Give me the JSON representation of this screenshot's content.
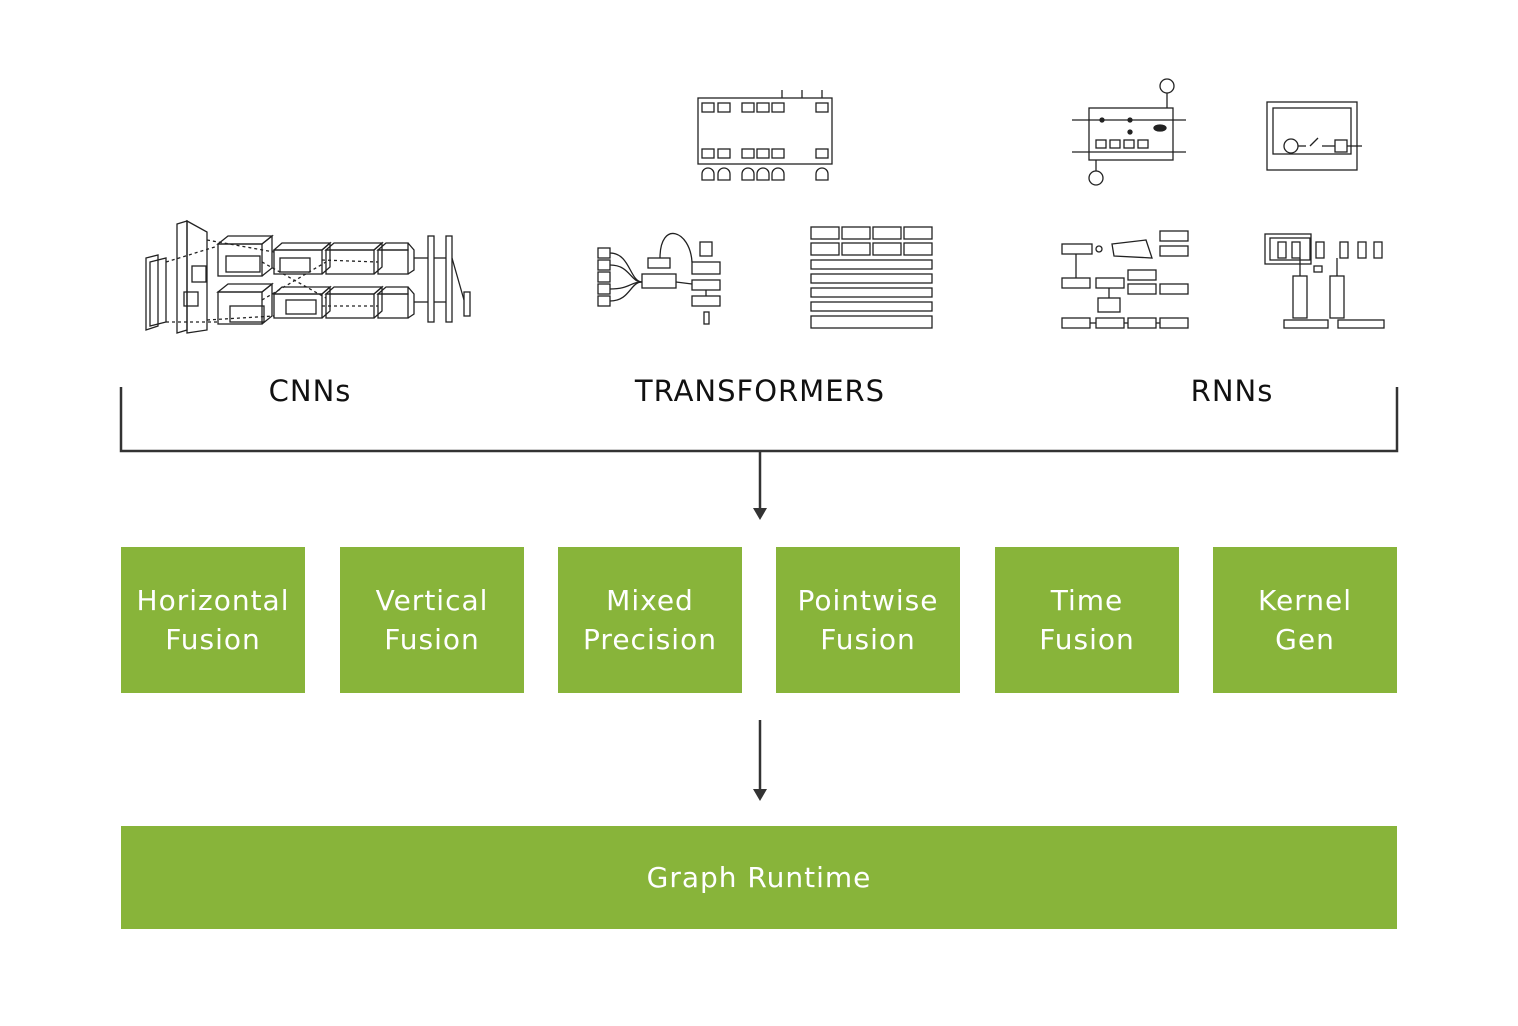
{
  "colors": {
    "accent": "#88b43a",
    "line": "#333333",
    "text": "#111111"
  },
  "categories": [
    {
      "label": "CNNs"
    },
    {
      "label": "TRANSFORMERS"
    },
    {
      "label": "RNNs"
    }
  ],
  "optimizations": [
    {
      "label": "Horizontal\nFusion"
    },
    {
      "label": "Vertical\nFusion"
    },
    {
      "label": "Mixed\nPrecision"
    },
    {
      "label": "Pointwise\nFusion"
    },
    {
      "label": "Time\nFusion"
    },
    {
      "label": "Kernel\nGen"
    }
  ],
  "runtime": {
    "label": "Graph Runtime"
  },
  "icons": [
    "cnn-architecture-icon",
    "transformer-encoder-decoder-icon",
    "transformer-attention-icon",
    "transformer-layers-icon",
    "rnn-lstm-cell-icon",
    "rnn-loop-icon",
    "rnn-seq2seq-icon",
    "rnn-memory-network-icon"
  ]
}
